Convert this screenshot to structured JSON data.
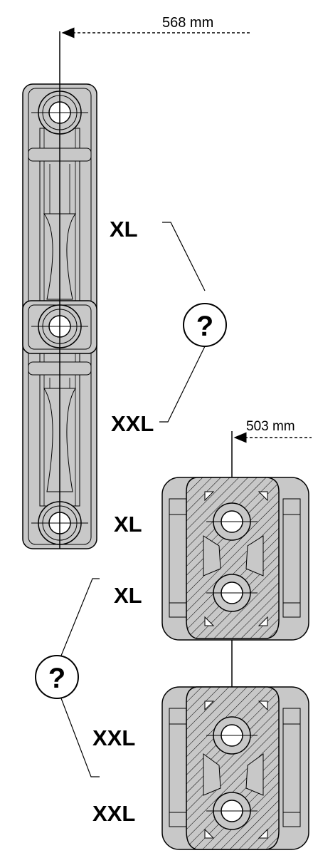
{
  "top_dimension": "568 mm",
  "bottom_dimension": "503 mm",
  "question_mark": "?",
  "labels": {
    "top_upper": "XL",
    "top_lower": "XXL",
    "block1_upper": "XL",
    "block1_lower": "XL",
    "block2_upper": "XXL",
    "block2_lower": "XXL"
  },
  "colors": {
    "body_fill": "#c8c8c8",
    "line": "#000000",
    "background": "#ffffff"
  }
}
